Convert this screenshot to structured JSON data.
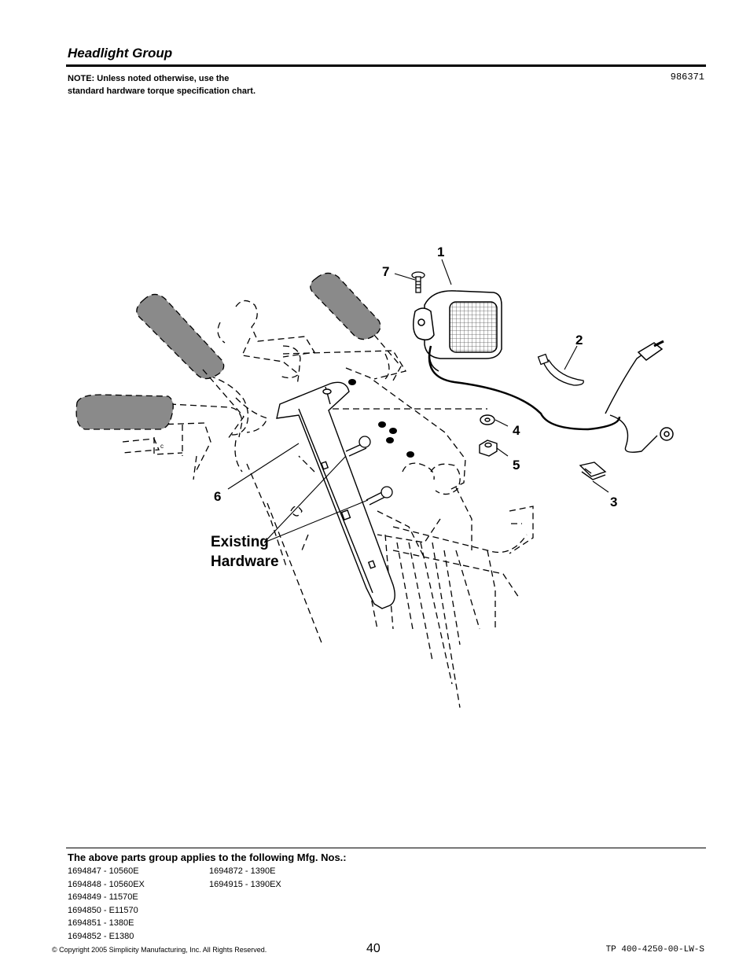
{
  "header": {
    "title": "Headlight Group",
    "note": "NOTE: Unless noted otherwise, use the standard hardware torque specification chart.",
    "figure_number": "986371"
  },
  "diagram": {
    "callouts": [
      "1",
      "2",
      "3",
      "4",
      "5",
      "6",
      "7"
    ],
    "existing_hardware_line1": "Existing",
    "existing_hardware_line2": "Hardware",
    "small_label": "c"
  },
  "applies": {
    "title": "The above parts group applies to the following Mfg. Nos.:",
    "column1": [
      "1694847 - 10560E",
      "1694848 - 10560EX",
      "1694849 - 11570E",
      "1694850 - E11570",
      "1694851 - 1380E",
      "1694852 - E1380"
    ],
    "column2": [
      "1694872 - 1390E",
      "1694915 - 1390EX"
    ]
  },
  "footer": {
    "copyright": "© Copyright 2005 Simplicity Manufacturing, Inc. All Rights Reserved.",
    "page_number": "40",
    "doc_number": "TP 400-4250-00-LW-S"
  }
}
